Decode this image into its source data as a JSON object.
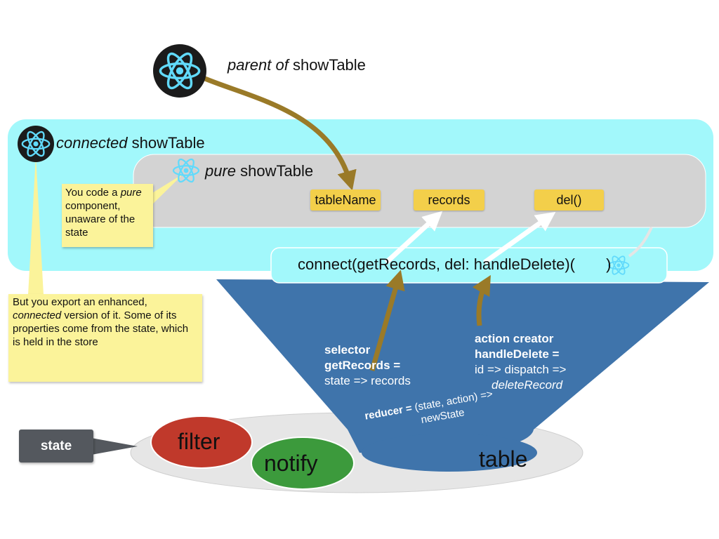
{
  "colors": {
    "connected_container": "#a2f8fb",
    "pure_container": "#d3d3d3",
    "prop_fill": "#f3cf4a",
    "note_fill": "#fbf39a",
    "store_funnel": "#3f74ab",
    "arrow_brown": "#9a7a28",
    "filter_blob": "#c0392b",
    "notify_blob": "#3c9a3c",
    "state_tag": "#54585e",
    "react_icon": "#61dafb"
  },
  "icons": [
    "react-logo-icon"
  ],
  "parent": {
    "italic": "parent of",
    "name": " showTable"
  },
  "connected": {
    "italic": "connected",
    "name": " showTable"
  },
  "pure": {
    "italic": "pure",
    "name": " showTable"
  },
  "props": {
    "tableName": "tableName",
    "records": "records",
    "del": "del()"
  },
  "note_pure": {
    "pre": "You code a ",
    "italic": "pure",
    "post": " component, unaware of the state"
  },
  "note_connected": {
    "pre": "But you export an enhanced, ",
    "italic": "connected",
    "post": " version of it. Some of its properties come from the state, which is held in the store"
  },
  "connect_expr": {
    "pre": "connect(getRecords, del: handleDelete)(",
    "post": " )"
  },
  "selector": {
    "line1": "selector",
    "line2": "getRecords =",
    "line3": "state => records"
  },
  "action": {
    "line1": "action creator",
    "line2": "handleDelete =",
    "line3": "id => dispatch =>",
    "line4": "deleteRecord"
  },
  "reducer": {
    "bold": "reducer =",
    "rest": " (state, action) =>",
    "line2": "newState"
  },
  "blobs": {
    "filter": "filter",
    "notify": "notify",
    "table": "table"
  },
  "state_tag": "state"
}
